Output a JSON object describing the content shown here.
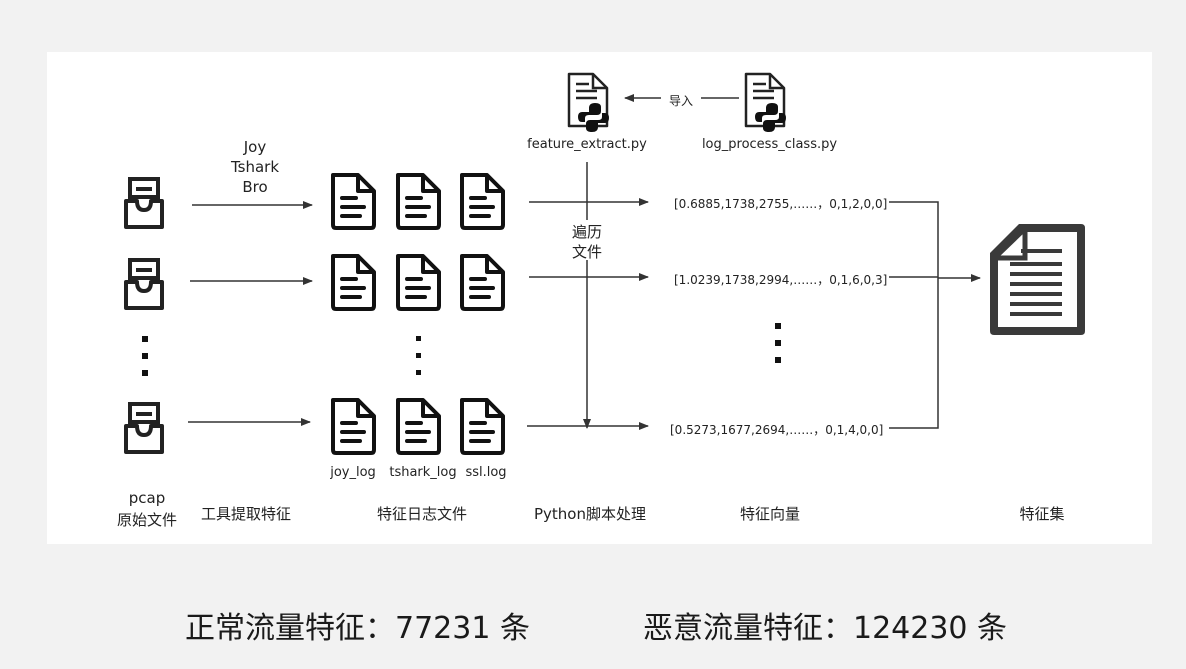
{
  "tools": {
    "line1": "Joy",
    "line2": "Tshark",
    "line3": "Bro"
  },
  "scripts": {
    "extract": "feature_extract.py",
    "process": "log_process_class.py",
    "import_label": "导入"
  },
  "traverse": {
    "line1": "遍历",
    "line2": "文件"
  },
  "log_labels": [
    "joy_log",
    "tshark_log",
    "ssl.log"
  ],
  "vectors": [
    "[0.6885,1738,2755,……，0,1,2,0,0]",
    "[1.0239,1738,2994,……，0,1,6,0,3]",
    "[0.5273,1677,2694,……，0,1,4,0,0]"
  ],
  "stages": {
    "pcap_line1": "pcap",
    "pcap_line2": "原始文件",
    "tool": "工具提取特征",
    "logs": "特征日志文件",
    "python": "Python脚本处理",
    "vector": "特征向量",
    "set": "特征集"
  },
  "footer": {
    "normal": "正常流量特征：77231 条",
    "malicious": "恶意流量特征：124230 条"
  }
}
